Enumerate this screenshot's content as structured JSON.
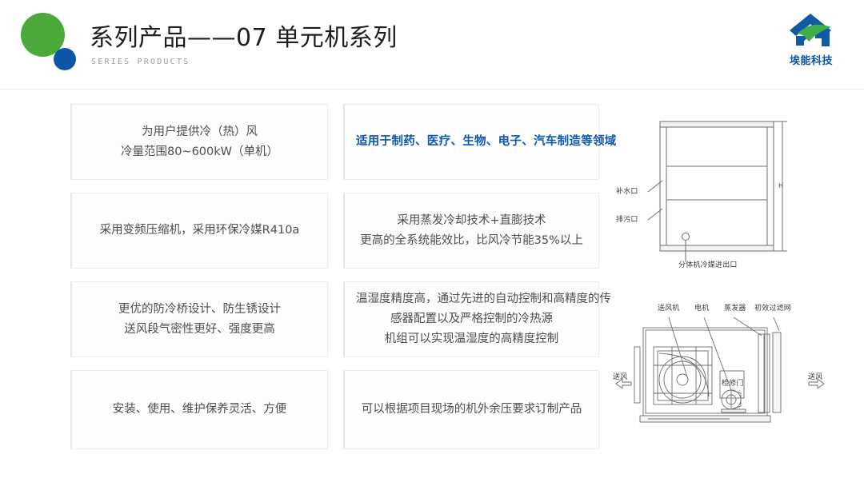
{
  "header": {
    "title": "系列产品——07  单元机系列",
    "subtitle": "SERIES PRODUCTS",
    "green_dot_color": "#4aa938",
    "blue_dot_color": "#0d56a6"
  },
  "brand": {
    "name": "埃能科技",
    "mark_blue": "#1159a6",
    "mark_green": "#3fae49"
  },
  "cards": [
    {
      "id": "card-capacity",
      "highlight": false,
      "lines": [
        "为用户提供冷（热）风",
        "冷量范围80~600kW（单机）"
      ]
    },
    {
      "id": "card-applications",
      "highlight": true,
      "lines": [
        "适用于制药、医疗、生物、电子、汽车制造等领域"
      ]
    },
    {
      "id": "card-compressor",
      "highlight": false,
      "lines": [
        "采用变频压缩机，采用环保冷媒R410a"
      ]
    },
    {
      "id": "card-efficiency",
      "highlight": false,
      "lines": [
        "采用蒸发冷却技术+直膨技术",
        "更高的全系统能效比，比风冷节能35%以上"
      ]
    },
    {
      "id": "card-structure",
      "highlight": false,
      "lines": [
        "更优的防冷桥设计、防生锈设计",
        "送风段气密性更好、强度更高"
      ]
    },
    {
      "id": "card-precision",
      "highlight": false,
      "lines": [
        "温湿度精度高，通过先进的自动控制和高精度的传",
        "感器配置以及严格控制的冷热源",
        "机组可以实现温湿度的高精度控制"
      ]
    },
    {
      "id": "card-maintenance",
      "highlight": false,
      "lines": [
        "安装、使用、维护保养灵活、方便"
      ]
    },
    {
      "id": "card-custom",
      "highlight": false,
      "lines": [
        "可以根据项目现场的机外余压要求订制产品"
      ]
    }
  ],
  "drawing_top": {
    "labels": {
      "water_inlet": "补水口",
      "drain": "排污口",
      "refrigerant_port": "分体机冷媒进出口",
      "height_dim": "H"
    }
  },
  "drawing_bottom": {
    "labels": {
      "fan": "送风机",
      "motor": "电机",
      "evaporator": "蒸发器",
      "filter": "初效过滤网",
      "access_door": "检修门",
      "air_left": "送风",
      "air_right": "送风"
    }
  }
}
